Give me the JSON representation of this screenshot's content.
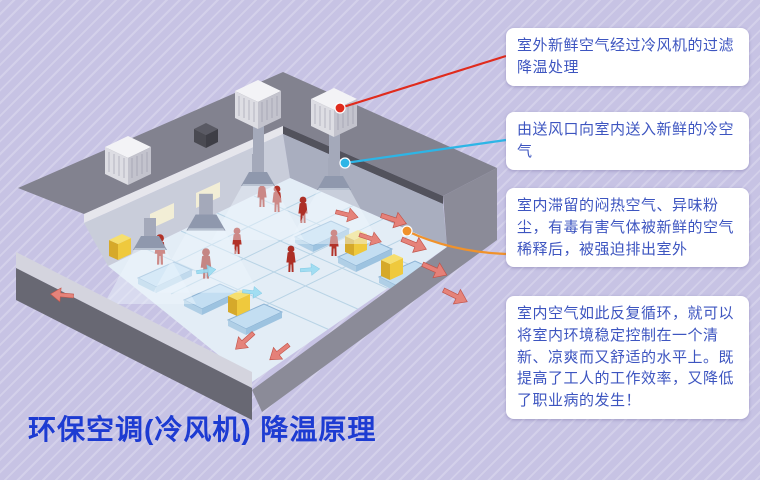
{
  "page": {
    "title": "环保空调(冷风机) 降温原理",
    "background_color": "#c7c3e4",
    "title_color": "#1d3bd2"
  },
  "callouts": [
    {
      "id": "fresh-air-filtering",
      "text": "室外新鲜空气经过冷风机的过滤降温处理",
      "connector_color": "#e02b1d"
    },
    {
      "id": "cold-air-supply",
      "text": "由送风口向室内送入新鲜的冷空气",
      "connector_color": "#2db5e6"
    },
    {
      "id": "exhaust-out",
      "text": "室内滞留的闷热空气、异味粉尘，有毒有害气体被新鲜的空气稀释后，被强迫排出室外",
      "connector_color": "#f0922b"
    },
    {
      "id": "circulation-benefit",
      "text": "室内空气如此反复循环，就可以将室内环境稳定控制在一个清新、凉爽而又舒适的水平上。既提高了工人的工作效率，又降低了职业病的发生！",
      "connector_color": ""
    }
  ],
  "callout_style": {
    "background": "#ffffff",
    "text_color": "#3d55c0"
  },
  "illustration": {
    "alt": "车间环保空调降温原理示意图",
    "icons": [
      "rooftop-cooler-unit",
      "supply-duct",
      "air-diffuser",
      "worker-figure",
      "workstation",
      "machine",
      "exhaust-arrow",
      "cool-air-arrow"
    ]
  }
}
